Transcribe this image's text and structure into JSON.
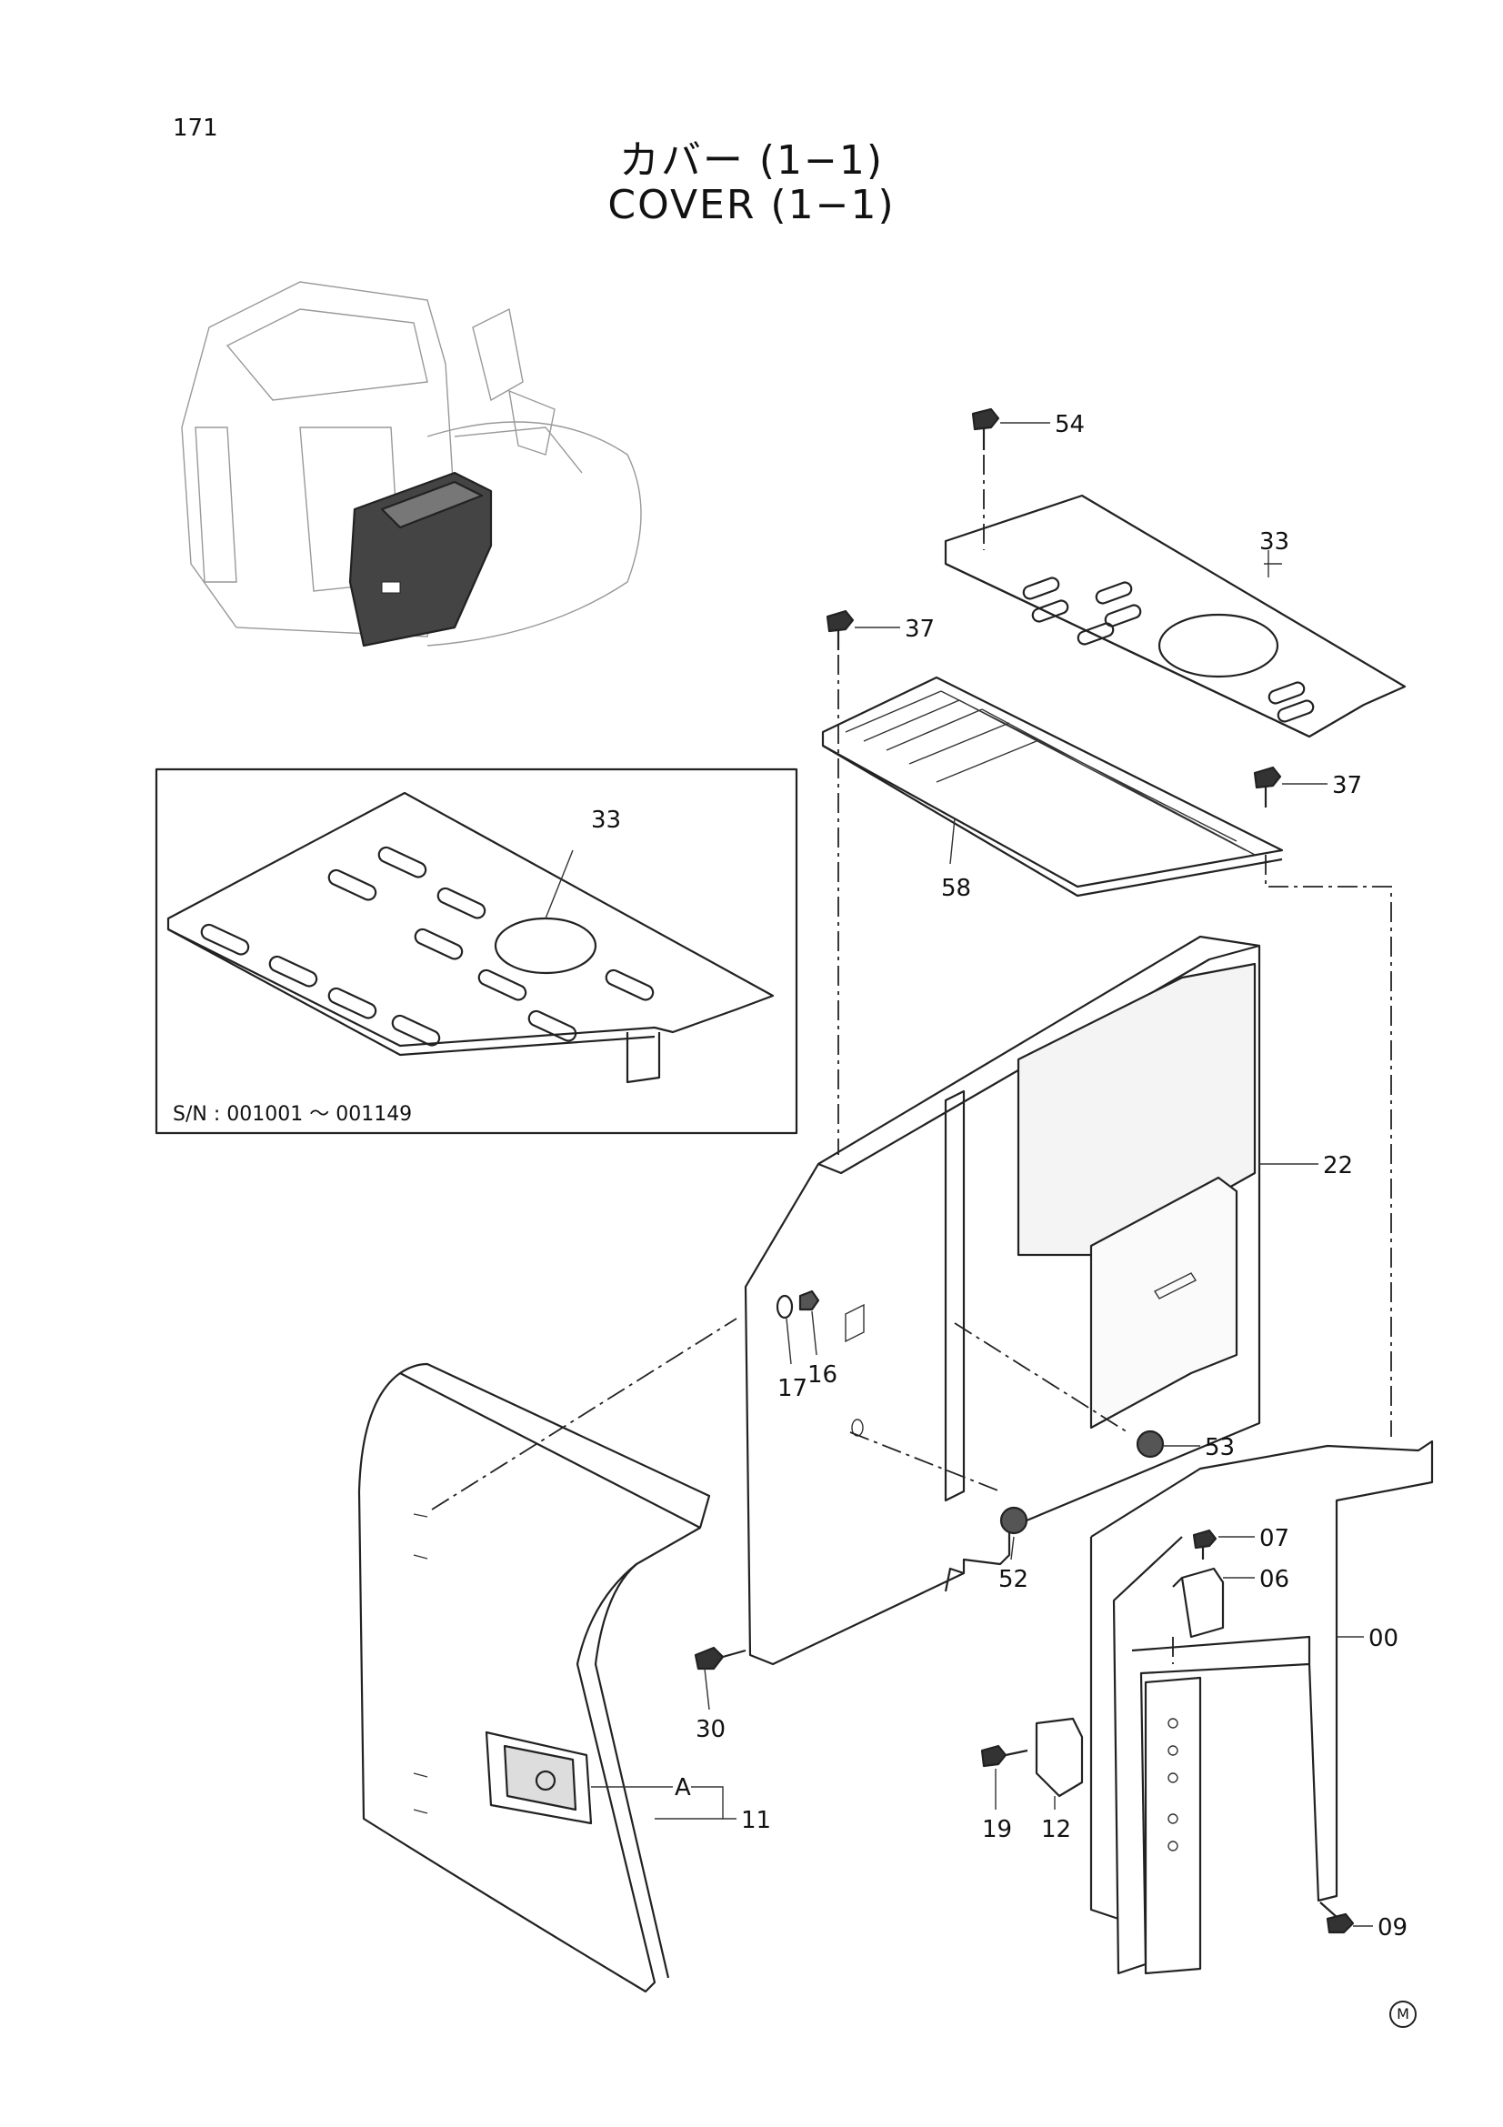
{
  "page": {
    "number": "171"
  },
  "title": {
    "japanese": "カバー (1−1)",
    "english": "COVER (1−1)"
  },
  "inset": {
    "serial_range": "S/N :  001001 ～ 001149",
    "part_label": "33"
  },
  "callouts": {
    "p54": "54",
    "p33": "33",
    "p37a": "37",
    "p37b": "37",
    "p58": "58",
    "p22": "22",
    "p17": "17",
    "p16": "16",
    "p53": "53",
    "p52": "52",
    "p07": "07",
    "p06": "06",
    "p00": "00",
    "p30": "30",
    "pA": "A",
    "p11": "11",
    "p19": "19",
    "p12": "12",
    "p09": "09"
  },
  "corner_mark": "M"
}
